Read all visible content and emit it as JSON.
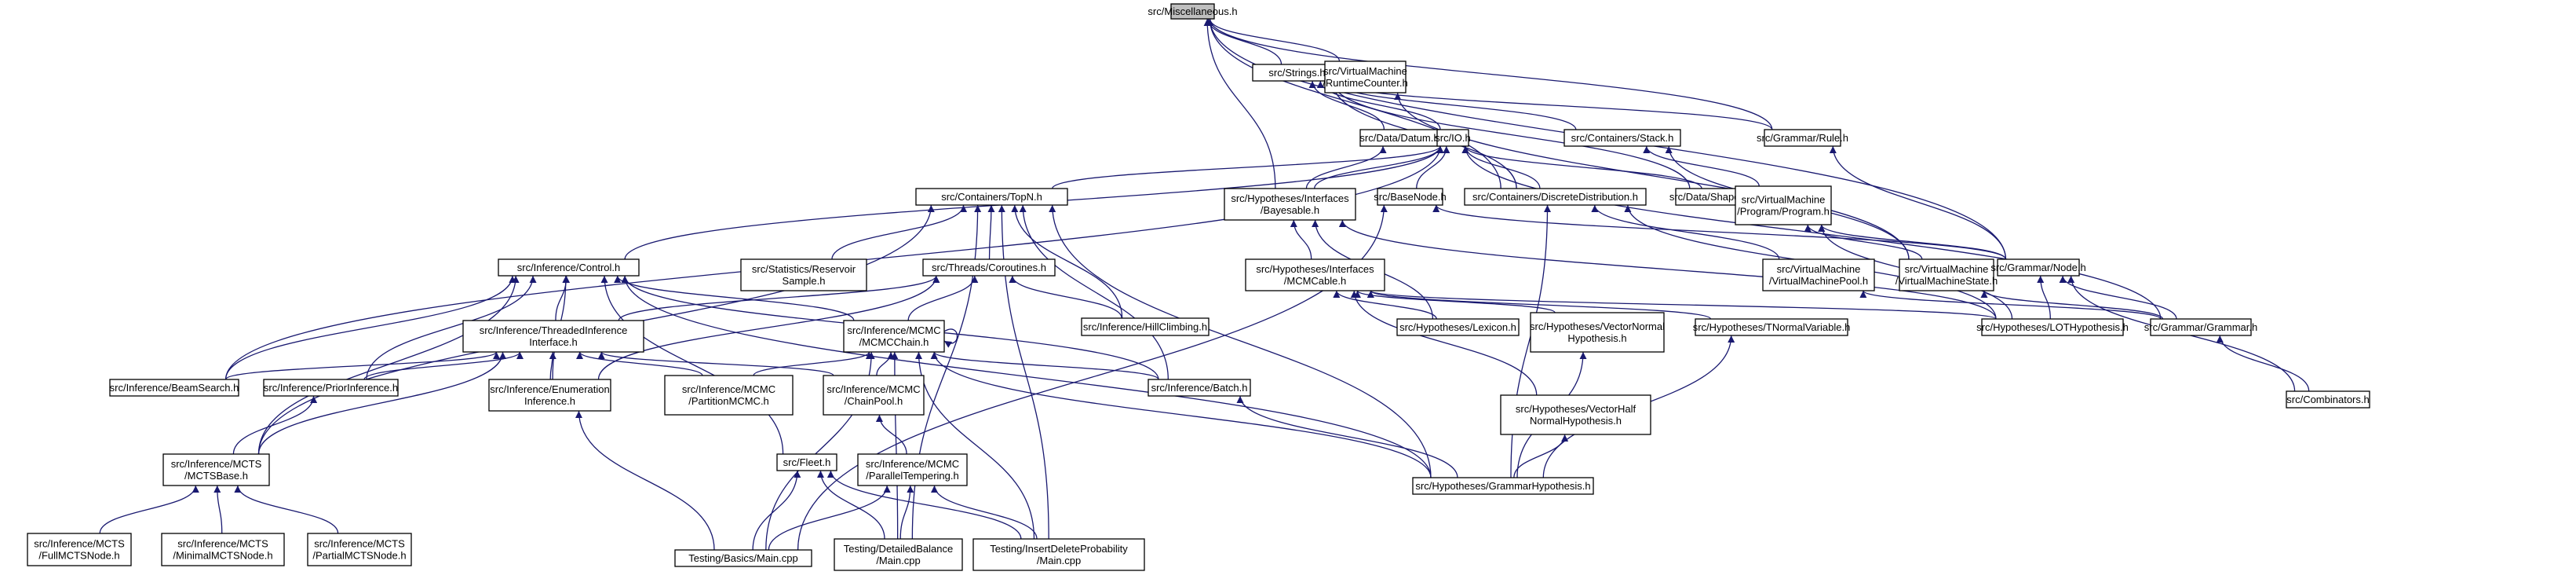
{
  "title": "src/Miscellaneous.h",
  "colors": {
    "edge": "#191970",
    "root_fill": "#bfbfbf",
    "node_fill": "#ffffff",
    "node_stroke": "#000000"
  },
  "nodes": [
    {
      "id": "misc",
      "lines": [
        "src/Miscellaneous.h"
      ],
      "root": true
    },
    {
      "id": "strings",
      "lines": [
        "src/Strings.h"
      ]
    },
    {
      "id": "vmrc",
      "lines": [
        "src/VirtualMachine",
        "/RuntimeCounter.h"
      ]
    },
    {
      "id": "datum",
      "lines": [
        "src/Data/Datum.h"
      ]
    },
    {
      "id": "io",
      "lines": [
        "src/IO.h"
      ]
    },
    {
      "id": "stack",
      "lines": [
        "src/Containers/Stack.h"
      ]
    },
    {
      "id": "rule",
      "lines": [
        "src/Grammar/Rule.h"
      ]
    },
    {
      "id": "topn",
      "lines": [
        "src/Containers/TopN.h"
      ]
    },
    {
      "id": "bayes",
      "lines": [
        "src/Hypotheses/Interfaces",
        "/Bayesable.h"
      ]
    },
    {
      "id": "basenode",
      "lines": [
        "src/BaseNode.h"
      ]
    },
    {
      "id": "dd",
      "lines": [
        "src/Containers/DiscreteDistribution.h"
      ]
    },
    {
      "id": "scs",
      "lines": [
        "src/Data/ShapeColorSizeObject.h"
      ]
    },
    {
      "id": "program",
      "lines": [
        "src/VirtualMachine",
        "/Program/Program.h"
      ]
    },
    {
      "id": "control",
      "lines": [
        "src/Inference/Control.h"
      ]
    },
    {
      "id": "reservoir",
      "lines": [
        "src/Statistics/Reservoir",
        "Sample.h"
      ]
    },
    {
      "id": "coroutines",
      "lines": [
        "src/Threads/Coroutines.h"
      ]
    },
    {
      "id": "mcmcable",
      "lines": [
        "src/Hypotheses/Interfaces",
        "/MCMCable.h"
      ]
    },
    {
      "id": "vmpool",
      "lines": [
        "src/VirtualMachine",
        "/VirtualMachinePool.h"
      ]
    },
    {
      "id": "vmstate",
      "lines": [
        "src/VirtualMachine",
        "/VirtualMachineState.h"
      ]
    },
    {
      "id": "gnode",
      "lines": [
        "src/Grammar/Node.h"
      ]
    },
    {
      "id": "tii",
      "lines": [
        "src/Inference/ThreadedInference",
        "Interface.h"
      ]
    },
    {
      "id": "mcmcchain",
      "lines": [
        "src/Inference/MCMC",
        "/MCMCChain.h"
      ]
    },
    {
      "id": "hill",
      "lines": [
        "src/Inference/HillClimbing.h"
      ]
    },
    {
      "id": "lexicon",
      "lines": [
        "src/Hypotheses/Lexicon.h"
      ]
    },
    {
      "id": "vnh",
      "lines": [
        "src/Hypotheses/VectorNormal",
        "Hypothesis.h"
      ]
    },
    {
      "id": "tnv",
      "lines": [
        "src/Hypotheses/TNormalVariable.h"
      ]
    },
    {
      "id": "loth",
      "lines": [
        "src/Hypotheses/LOTHypothesis.h"
      ]
    },
    {
      "id": "grammar",
      "lines": [
        "src/Grammar/Grammar.h"
      ]
    },
    {
      "id": "beam",
      "lines": [
        "src/Inference/BeamSearch.h"
      ]
    },
    {
      "id": "prior",
      "lines": [
        "src/Inference/PriorInference.h"
      ]
    },
    {
      "id": "enum",
      "lines": [
        "src/Inference/Enumeration",
        "Inference.h"
      ]
    },
    {
      "id": "partition",
      "lines": [
        "src/Inference/MCMC",
        "/PartitionMCMC.h"
      ]
    },
    {
      "id": "chainpool",
      "lines": [
        "src/Inference/MCMC",
        "/ChainPool.h"
      ]
    },
    {
      "id": "batch",
      "lines": [
        "src/Inference/Batch.h"
      ]
    },
    {
      "id": "vhnh",
      "lines": [
        "src/Hypotheses/VectorHalf",
        "NormalHypothesis.h"
      ]
    },
    {
      "id": "combinators",
      "lines": [
        "src/Combinators.h"
      ]
    },
    {
      "id": "mctsbase",
      "lines": [
        "src/Inference/MCTS",
        "/MCTSBase.h"
      ]
    },
    {
      "id": "fleet",
      "lines": [
        "src/Fleet.h"
      ]
    },
    {
      "id": "pt",
      "lines": [
        "src/Inference/MCMC",
        "/ParallelTempering.h"
      ]
    },
    {
      "id": "grammarhyp",
      "lines": [
        "src/Hypotheses/GrammarHypothesis.h"
      ]
    },
    {
      "id": "fullmcts",
      "lines": [
        "src/Inference/MCTS",
        "/FullMCTSNode.h"
      ]
    },
    {
      "id": "minmcts",
      "lines": [
        "src/Inference/MCTS",
        "/MinimalMCTSNode.h"
      ]
    },
    {
      "id": "partmcts",
      "lines": [
        "src/Inference/MCTS",
        "/PartialMCTSNode.h"
      ]
    },
    {
      "id": "basicmain",
      "lines": [
        "Testing/Basics/Main.cpp"
      ]
    },
    {
      "id": "dbmain",
      "lines": [
        "Testing/DetailedBalance",
        "/Main.cpp"
      ]
    },
    {
      "id": "idpmain",
      "lines": [
        "Testing/InsertDeleteProbability",
        "/Main.cpp"
      ]
    }
  ],
  "edges": [
    [
      "misc",
      "strings"
    ],
    [
      "misc",
      "vmrc"
    ],
    [
      "misc",
      "bayes"
    ],
    [
      "misc",
      "dd"
    ],
    [
      "misc",
      "rule"
    ],
    [
      "misc",
      "gnode"
    ],
    [
      "strings",
      "datum"
    ],
    [
      "strings",
      "io"
    ],
    [
      "strings",
      "stack"
    ],
    [
      "strings",
      "rule"
    ],
    [
      "strings",
      "dd"
    ],
    [
      "strings",
      "scs"
    ],
    [
      "vmrc",
      "vmstate"
    ],
    [
      "datum",
      "bayes"
    ],
    [
      "io",
      "topn"
    ],
    [
      "io",
      "bayes"
    ],
    [
      "io",
      "basenode"
    ],
    [
      "io",
      "dd"
    ],
    [
      "io",
      "scs"
    ],
    [
      "io",
      "control"
    ],
    [
      "io",
      "beam"
    ],
    [
      "io",
      "grammar"
    ],
    [
      "stack",
      "program"
    ],
    [
      "stack",
      "vmstate"
    ],
    [
      "rule",
      "gnode"
    ],
    [
      "topn",
      "reservoir"
    ],
    [
      "topn",
      "coroutines"
    ],
    [
      "topn",
      "mctsbase"
    ],
    [
      "topn",
      "hill"
    ],
    [
      "topn",
      "batch"
    ],
    [
      "topn",
      "grammarhyp"
    ],
    [
      "topn",
      "dbmain"
    ],
    [
      "topn",
      "idpmain"
    ],
    [
      "bayes",
      "mcmcable"
    ],
    [
      "bayes",
      "lexicon"
    ],
    [
      "bayes",
      "loth"
    ],
    [
      "basenode",
      "gnode"
    ],
    [
      "basenode",
      "basicmain"
    ],
    [
      "dd",
      "vmpool"
    ],
    [
      "dd",
      "loth"
    ],
    [
      "dd",
      "grammarhyp"
    ],
    [
      "program",
      "vmstate"
    ],
    [
      "program",
      "gnode"
    ],
    [
      "program",
      "loth"
    ],
    [
      "control",
      "tii"
    ],
    [
      "control",
      "mcmcchain"
    ],
    [
      "control",
      "beam"
    ],
    [
      "control",
      "prior"
    ],
    [
      "control",
      "enum"
    ],
    [
      "control",
      "mctsbase"
    ],
    [
      "control",
      "batch"
    ],
    [
      "control",
      "fleet"
    ],
    [
      "control",
      "grammarhyp"
    ],
    [
      "coroutines",
      "tii"
    ],
    [
      "coroutines",
      "hill"
    ],
    [
      "coroutines",
      "mcmcchain"
    ],
    [
      "coroutines",
      "enum"
    ],
    [
      "mcmcable",
      "lexicon"
    ],
    [
      "mcmcable",
      "vnh"
    ],
    [
      "mcmcable",
      "tnv"
    ],
    [
      "mcmcable",
      "vhnh"
    ],
    [
      "mcmcable",
      "loth"
    ],
    [
      "vmpool",
      "grammar"
    ],
    [
      "vmstate",
      "grammar"
    ],
    [
      "gnode",
      "loth"
    ],
    [
      "gnode",
      "grammar"
    ],
    [
      "gnode",
      "combinators"
    ],
    [
      "tii",
      "beam"
    ],
    [
      "tii",
      "prior"
    ],
    [
      "tii",
      "enum"
    ],
    [
      "tii",
      "partition"
    ],
    [
      "tii",
      "chainpool"
    ],
    [
      "tii",
      "mctsbase"
    ],
    [
      "mcmcchain",
      "mcmcchain"
    ],
    [
      "mcmcchain",
      "partition"
    ],
    [
      "mcmcchain",
      "chainpool"
    ],
    [
      "mcmcchain",
      "batch"
    ],
    [
      "mcmcchain",
      "grammarhyp"
    ],
    [
      "mcmcchain",
      "basicmain"
    ],
    [
      "mcmcchain",
      "dbmain"
    ],
    [
      "mcmcchain",
      "idpmain"
    ],
    [
      "vnh",
      "grammarhyp"
    ],
    [
      "tnv",
      "grammarhyp"
    ],
    [
      "vhnh",
      "grammarhyp"
    ],
    [
      "grammar",
      "combinators"
    ],
    [
      "prior",
      "mctsbase"
    ],
    [
      "enum",
      "basicmain"
    ],
    [
      "chainpool",
      "pt"
    ],
    [
      "batch",
      "grammarhyp"
    ],
    [
      "mctsbase",
      "fullmcts"
    ],
    [
      "mctsbase",
      "minmcts"
    ],
    [
      "mctsbase",
      "partmcts"
    ],
    [
      "fleet",
      "basicmain"
    ],
    [
      "fleet",
      "dbmain"
    ],
    [
      "fleet",
      "idpmain"
    ],
    [
      "pt",
      "basicmain"
    ],
    [
      "pt",
      "dbmain"
    ],
    [
      "pt",
      "idpmain"
    ]
  ]
}
